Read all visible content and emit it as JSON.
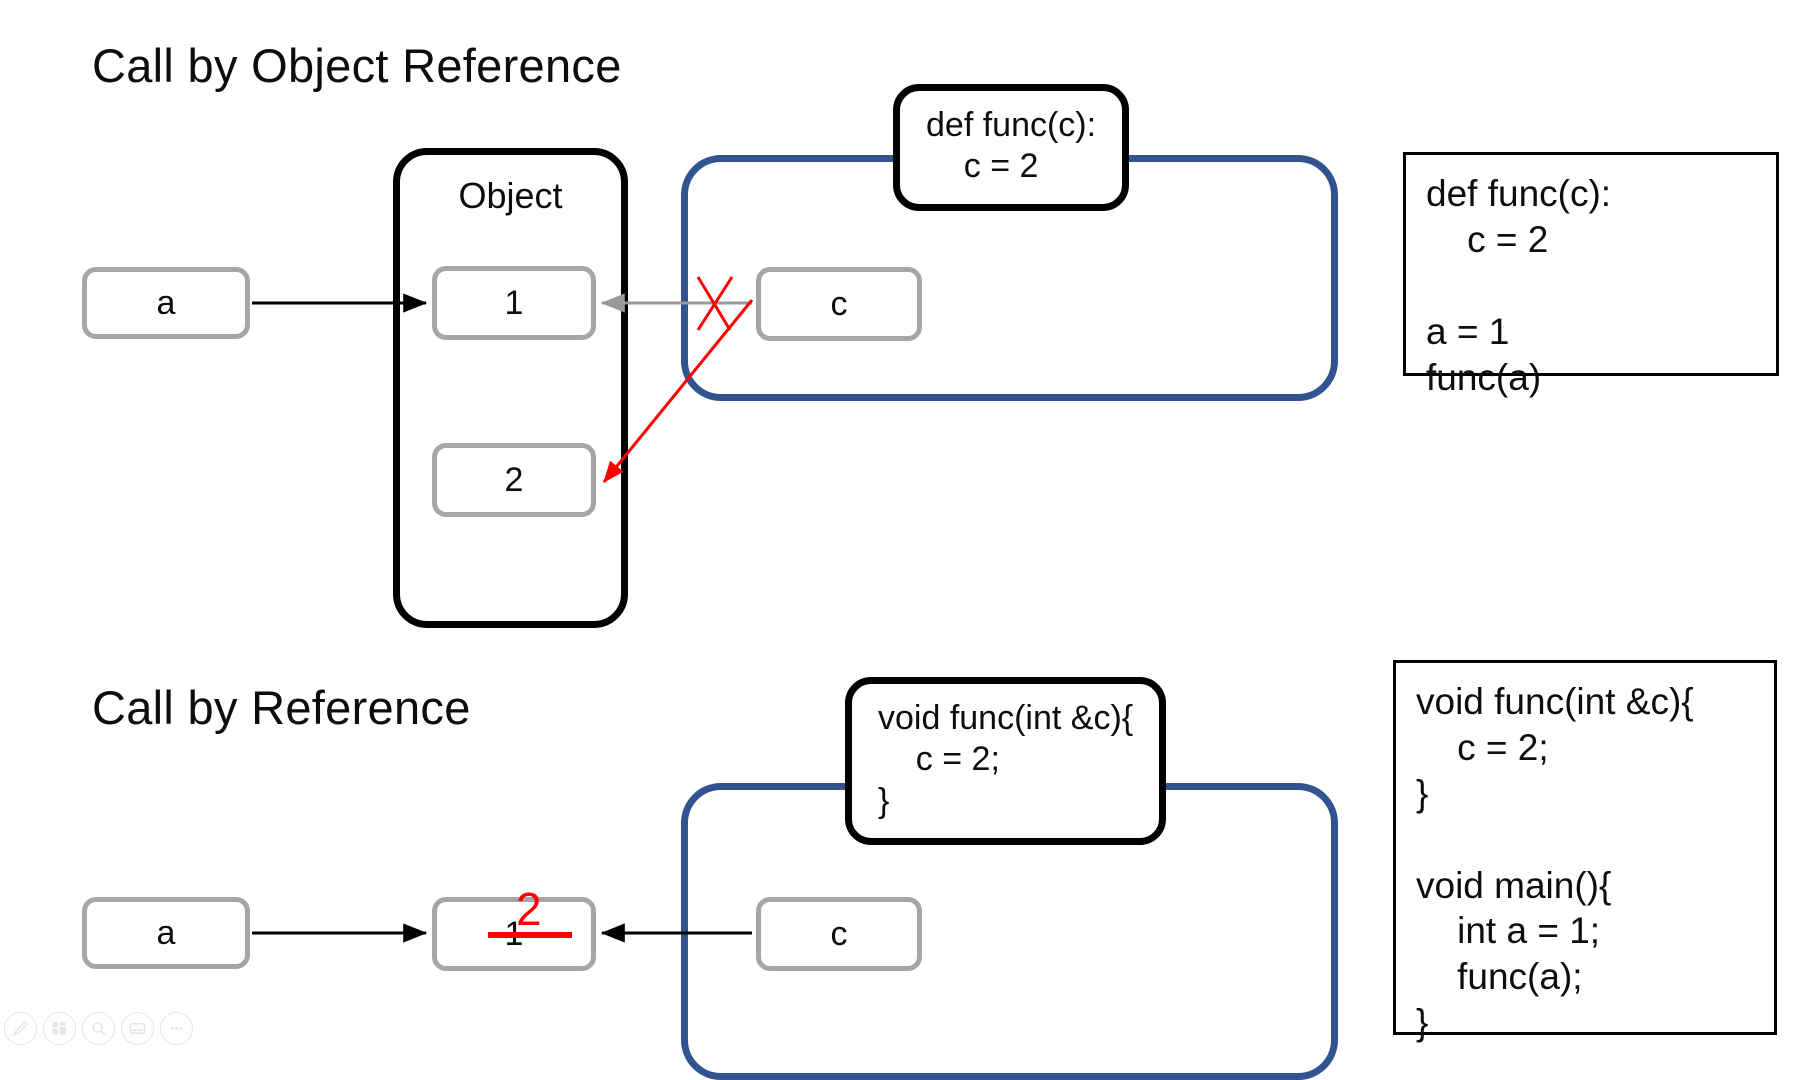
{
  "slide": {
    "background": "#ffffff",
    "accent_blue": "#31538F",
    "node_gray": "#a6a6a6",
    "annotation_red": "#FF0000"
  },
  "sections": {
    "top": {
      "title": "Call by Object Reference",
      "caller_var": "a",
      "object_label": "Object",
      "object_values": [
        "1",
        "2"
      ],
      "callee_var": "c",
      "func_label": "def func(c):\n    c = 2",
      "code_panel": "def func(c):\n    c = 2\n\na = 1\nfunc(a)"
    },
    "bottom": {
      "title": "Call by Reference",
      "caller_var": "a",
      "cell_old_value": "1",
      "cell_new_value": "2",
      "callee_var": "c",
      "func_label": "void func(int &c){\n    c = 2;\n}",
      "code_panel": "void func(int &c){\n    c = 2;\n}\n\nvoid main(){\n    int a = 1;\n    func(a);\n}"
    }
  },
  "toolbar": {
    "items": [
      {
        "icon": "pen-icon",
        "label": "Pen"
      },
      {
        "icon": "slides-grid-icon",
        "label": "All Slides"
      },
      {
        "icon": "magnifier-icon",
        "label": "Zoom"
      },
      {
        "icon": "caption-icon",
        "label": "Subtitles"
      },
      {
        "icon": "more-options-icon",
        "label": "More"
      }
    ]
  }
}
